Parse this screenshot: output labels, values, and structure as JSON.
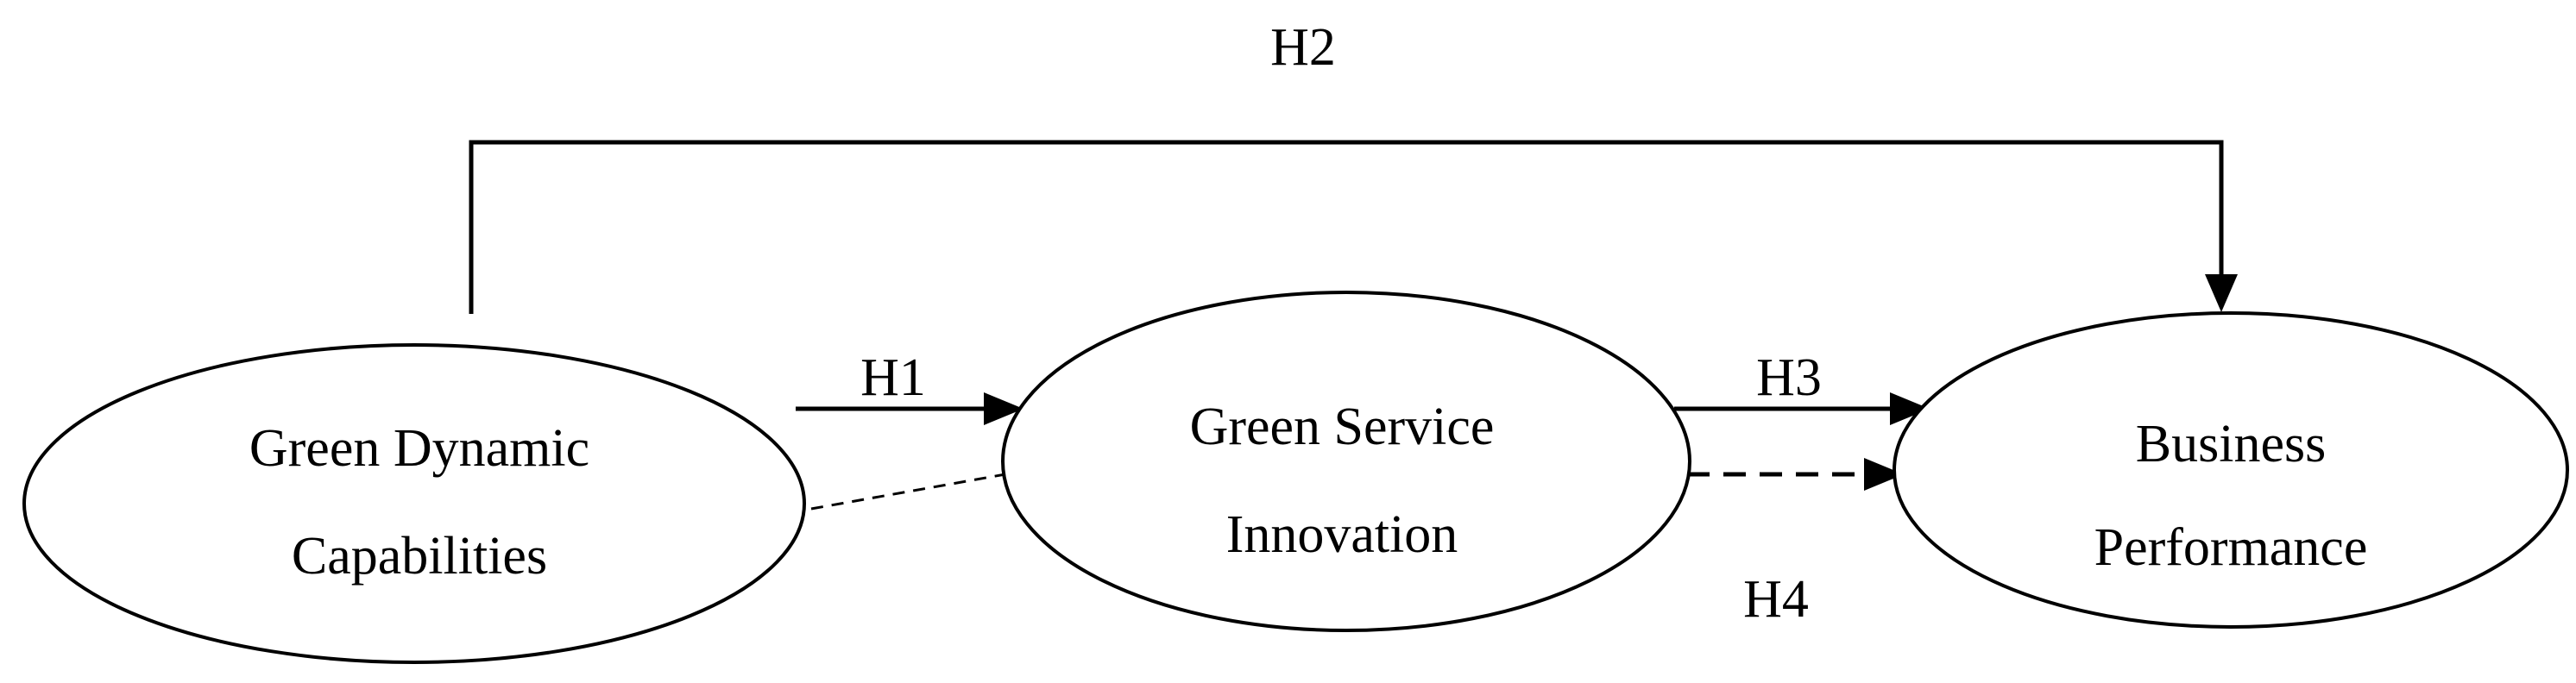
{
  "nodes": {
    "gdc": {
      "line1": "Green Dynamic",
      "line2": "Capabilities"
    },
    "gsi": {
      "line1": "Green Service",
      "line2": "Innovation"
    },
    "bp": {
      "line1": "Business",
      "line2": "Performance"
    }
  },
  "edges": {
    "h1": {
      "label": "H1"
    },
    "h2": {
      "label": "H2"
    },
    "h3": {
      "label": "H3"
    },
    "h4": {
      "label": "H4"
    }
  }
}
